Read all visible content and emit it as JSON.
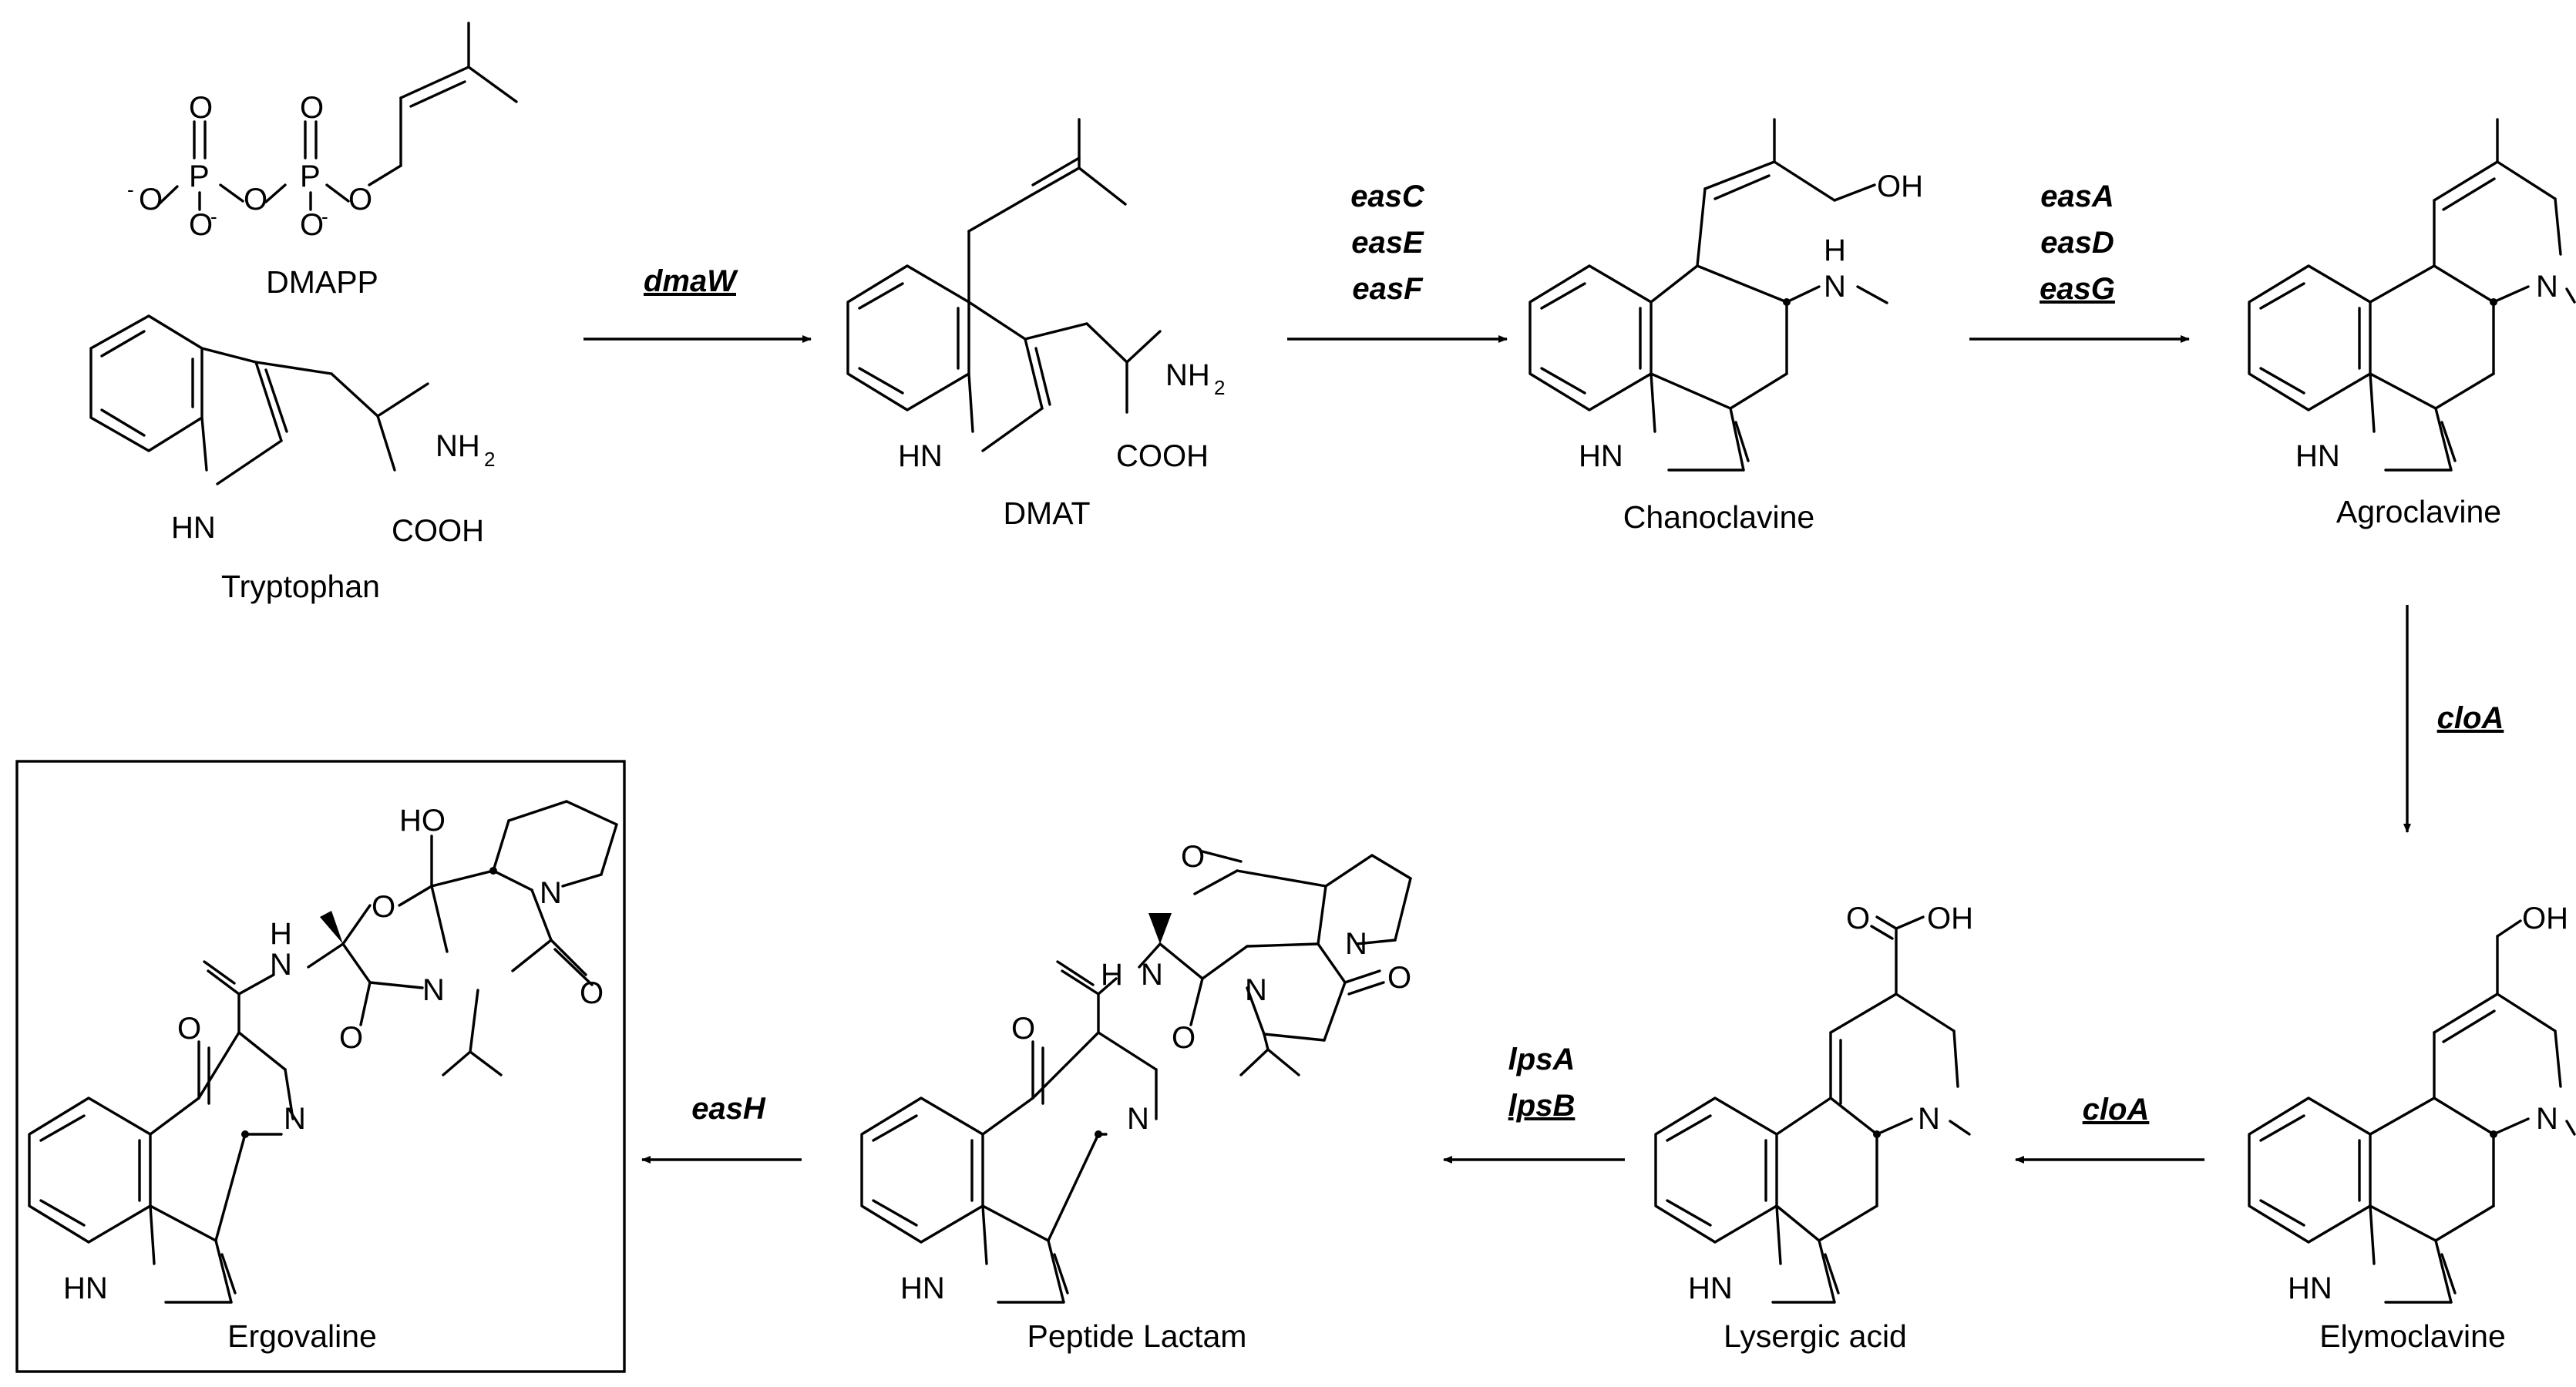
{
  "compounds": {
    "dmapp": "DMAPP",
    "tryptophan": "Tryptophan",
    "dmat": "DMAT",
    "chanoclavine": "Chanoclavine",
    "agroclavine": "Agroclavine",
    "elymoclavine": "Elymoclavine",
    "lysergic_acid": "Lysergic acid",
    "peptide_lactam": "Peptide Lactam",
    "ergovaline": "Ergovaline"
  },
  "genes": {
    "step1": [
      "dmaW"
    ],
    "step2": [
      "easC",
      "easE",
      "easF"
    ],
    "step3": [
      "easA",
      "easD",
      "easG"
    ],
    "step4": [
      "cloA"
    ],
    "step5": [
      "cloA"
    ],
    "step6": [
      "lpsA",
      "lpsB"
    ],
    "step7": [
      "easH"
    ]
  },
  "atoms": {
    "O": "O",
    "P": "P",
    "NH2": "NH",
    "sub2": "2",
    "COOH": "COOH",
    "HN": "HN",
    "N": "N",
    "H": "H",
    "OH": "OH",
    "HO": "HO",
    "minus": "-"
  }
}
